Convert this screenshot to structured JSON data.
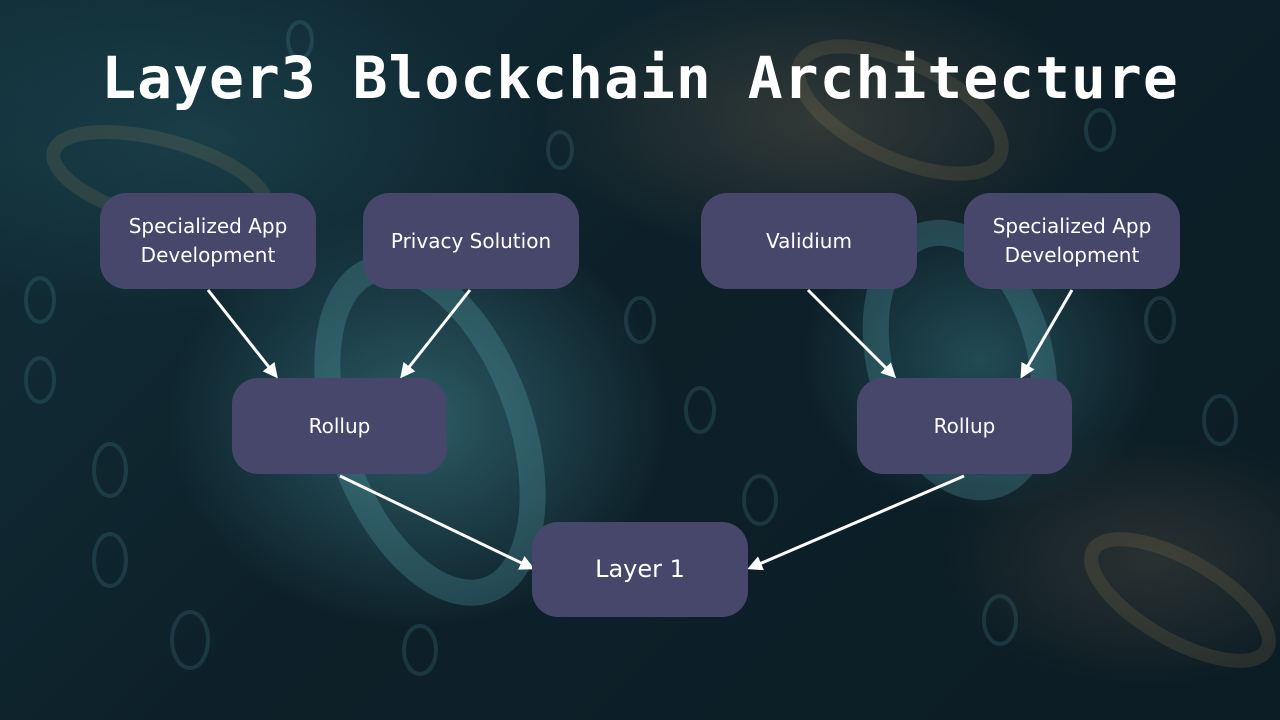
{
  "title": "Layer3 Blockchain Architecture",
  "nodes": {
    "specialized_app_left": "Specialized App\nDevelopment",
    "privacy_solution": "Privacy Solution",
    "validium": "Validium",
    "specialized_app_right": "Specialized App\nDevelopment",
    "rollup_left": "Rollup",
    "rollup_right": "Rollup",
    "layer1": "Layer 1"
  },
  "colors": {
    "node_fill": "#46476b",
    "arrow": "#ffffff",
    "title": "#ffffff"
  }
}
